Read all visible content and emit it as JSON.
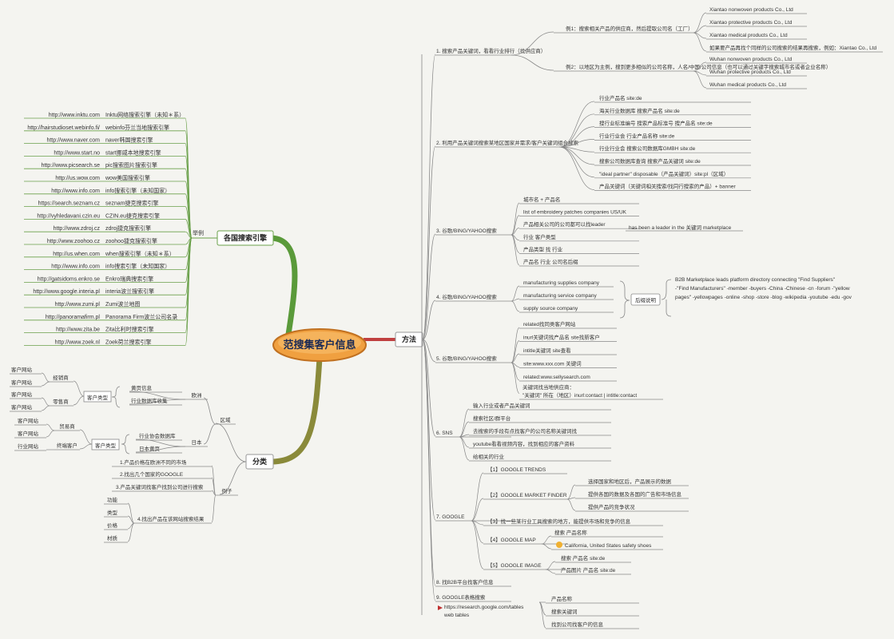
{
  "center": {
    "label": "范搜集客户信息"
  },
  "main_nodes": {
    "search_engines": "各国搜索引擎",
    "method": "方法",
    "classification": "分类"
  },
  "search_engines": {
    "connector_label": "举例",
    "items": [
      {
        "url": "http://www.inktu.com",
        "desc": "Inktu网络搜索引擎（未知＊系）"
      },
      {
        "url": "http://hairstudioset.webinfo.fi/",
        "desc": "webinfo芬兰当地搜索引擎"
      },
      {
        "url": "http://www.naver.com",
        "desc": "naver韩国搜索引擎"
      },
      {
        "url": "http://www.start.no",
        "desc": "start挪威本地搜索引擎"
      },
      {
        "url": "http://www.picsearch.se",
        "desc": "pic搜索图片搜索引擎"
      },
      {
        "url": "http://us.wow.com",
        "desc": "wow美国搜索引擎"
      },
      {
        "url": "http://www.info.com",
        "desc": "info搜索引擎（未知国家）"
      },
      {
        "url": "https://search.seznam.cz",
        "desc": "seznam捷克搜索引擎"
      },
      {
        "url": "http://vyhledavani.czin.eu",
        "desc": "CZIN.eu捷克搜索引擎"
      },
      {
        "url": "http://www.zdroj.cz",
        "desc": "zdroj捷克搜索引擎"
      },
      {
        "url": "http://www.zoohoo.cz",
        "desc": "zoohoo捷克搜索引擎"
      },
      {
        "url": "http://us.when.com",
        "desc": "when搜索引擎（未知＊系）"
      },
      {
        "url": "http://www.info.com",
        "desc": "info搜索引擎（未知国家）"
      },
      {
        "url": "http://gatsidoms.enkro.se",
        "desc": "Enkro瑞典搜索引擎"
      },
      {
        "url": "http://www.google.interia.pl",
        "desc": "interia波兰搜索引擎"
      },
      {
        "url": "http://www.zumi.pl",
        "desc": "Zumi波兰地图"
      },
      {
        "url": "http://panoramafirm.pl",
        "desc": "Panorama Firm波兰公司名录"
      },
      {
        "url": "http://www.zita.be",
        "desc": "Zita比利时搜索引擎"
      },
      {
        "url": "http://www.zoek.nl",
        "desc": "Zoek荷兰搜索引擎"
      }
    ]
  },
  "method": {
    "branches": [
      {
        "label": "1. 搜索产品关键词，看看行业排行（找供应商）",
        "children": [
          {
            "label": "例1：搜索相关产品的供应商，然后提取公司名（工厂）",
            "children": [
              "Xiantao nonwoven products Co., Ltd",
              "Xiantao protective products Co., Ltd",
              "Xiantao medical products Co., Ltd",
              "如果要产品再找个同样的公司搜索的结果再搜索，例如：Xiantao Co., Ltd"
            ]
          },
          {
            "label": "例2：以地区为主例，搜到更多相似的公司名称，人名/中国/公司信息（也可以通过关键字搜索城市名或者企业名称）",
            "children": [
              "Wuhan nonwoven products Co., Ltd",
              "Wuhan protective products Co., Ltd",
              "Wuhan medical products Co., Ltd"
            ]
          }
        ]
      },
      {
        "label": "2. 利用产品关键词搜索某地区国家并需求/客户关键词组合搜索",
        "children": [
          "行业产品名 site:de",
          "海关行业数据库 搜索产品名 site:de",
          "搜行业标准编号 搜索产品标准号 搜产品名 site:de",
          "行业行业会 行业产品名称 site:de",
          "行业行业会 搜索公司数据库GMBH site:de",
          "搜索公司数据库查询 搜索产品关键词 site:de",
          "\"ideal partner\" disposable（产品关键词）site:pl（区域）",
          "产品关键词（关键词相关搜索/找同行搜索的产品）+ banner"
        ]
      },
      {
        "label": "3. 谷歌/BING/YAHOO搜索",
        "children": [
          "城市名 + 产品名",
          "list of embroidery patches companies US/UK",
          "产品相关公司的公司都可以找leader",
          "行业 客户类型",
          "产品类型 找 行业",
          "产品名 行业 公司名后缀"
        ],
        "note": "has been a leader in the 关键词 marketplace"
      },
      {
        "label": "4. 谷歌/BING/YAHOO搜索",
        "children": [
          "manufacturing supplies company",
          "manufacturing service company",
          "supply source company"
        ],
        "badge": "后缀说明",
        "note": "B2B Marketplace leads platform directory connecting \"Find Suppliers\" -\"Find Manufacturers\" -member -buyers -China -Chinese -cn -forum -\"yellow pages\" -yellowpages -online -shop -store -blog -wikipedia -youtube -edu -gov"
      },
      {
        "label": "5. 谷歌/BING/YAHOO搜索",
        "children": [
          "related找同类客户网站",
          "inurl关键词找产品名 site找新客户",
          "intitle关键词 site查看",
          "site:www.xxx.com 关键词",
          "related:www.sellysearch.com",
          "关键词找当地供应商：“关键词”所在（地区）inurl:contact | intitle:contact"
        ]
      },
      {
        "label": "6. SNS",
        "children": [
          "输入行业或者产品关键词",
          "搜索社区/群平台",
          "去搜索的手段有点找客户的公司名称关键词找",
          "youtube看看视频内容，找到相应的客户资料",
          "给相关的行业"
        ]
      },
      {
        "label": "7. GOOGLE",
        "children": [
          {
            "label": "【1】GOOGLE TRENDS",
            "children": []
          },
          {
            "label": "【2】GOOGLE MARKET FINDER",
            "children": [
              "选择国家和地区后，产品展示的数据",
              "提供各国的数据及各国的广告和市场信息",
              "提供产品的竞争状况"
            ]
          },
          {
            "label": "【3】找一些某行业工具搜索的地方，能提供市场和竞争的信息",
            "children": []
          },
          {
            "label": "【4】GOOGLE MAP",
            "children": [
              "搜索 产品名称",
              "California, United States safety shoes"
            ]
          },
          {
            "label": "【5】GOOGLE IMAGE",
            "children": [
              "搜索 产品名 site:de",
              "产品图片 产品名 site:de"
            ]
          }
        ]
      },
      {
        "label": "8. 找B2B平台找客户信息",
        "children": []
      },
      {
        "label": "9. GOOGLE表格搜索",
        "extra": "https://research.google.com/tables web tables",
        "children": [
          "产品名称",
          "搜索关键词",
          "找到公司找客户的信息"
        ]
      }
    ]
  },
  "classification": {
    "region_label": "区域",
    "example_label": "例子",
    "europe": {
      "label": "欧洲",
      "type_label": "客户类型",
      "groups": [
        {
          "label": "经销商",
          "children": [
            "客户网站",
            "客户网站"
          ]
        },
        {
          "label": "零售商",
          "children": [
            "客户网站",
            "客户网站"
          ]
        }
      ],
      "sources": [
        "黄页信息",
        "行业数据库收集"
      ]
    },
    "japan": {
      "label": "日本",
      "type_label": "客户类型",
      "groups": [
        {
          "label": "贸易商",
          "children": [
            "客户网站",
            "客户网站"
          ]
        },
        {
          "label": "终端客户",
          "children": [
            "行业网站"
          ]
        }
      ],
      "sources": [
        "行业协会数据库",
        "日本黄页"
      ]
    },
    "examples": [
      "1.产品价格在欧洲不同的市场",
      "2.找出几个国家的GOOGLE",
      "3.产品关键词找客户找到公司进行搜索",
      "4.找出产品在该网站搜索结果"
    ],
    "example_children": [
      "功能",
      "类型",
      "价格",
      "材质"
    ]
  }
}
